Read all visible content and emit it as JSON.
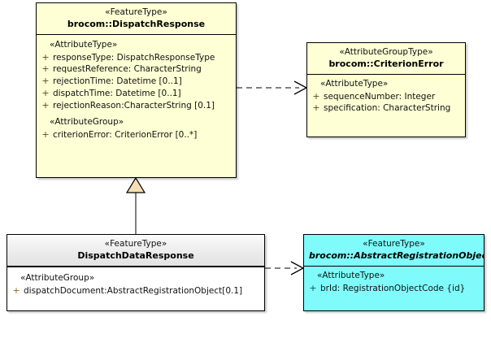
{
  "diagram": {
    "type": "uml-class-diagram",
    "background": "#ffffff",
    "colors": {
      "feature_type_fill": "#feffd4",
      "abstract_fill": "#7ffbfb",
      "plain_fill": "#ffffff",
      "generalization_triangle_fill": "#f7dfb5",
      "border": "#000000"
    }
  },
  "classes": {
    "dispatch_response": {
      "stereotype": "«FeatureType»",
      "name": "brocom::DispatchResponse",
      "abstract": false,
      "fill": "#feffd4",
      "compartments": [
        {
          "group": "«AttributeType»",
          "attributes": [
            {
              "visibility": "+",
              "text": "responseType: DispatchResponseType"
            },
            {
              "visibility": "+",
              "text": "requestReference: CharacterString"
            },
            {
              "visibility": "+",
              "text": "rejectionTime: Datetime [0..1]"
            },
            {
              "visibility": "+",
              "text": "dispatchTime: Datetime [0..1]"
            },
            {
              "visibility": "+",
              "text": "rejectionReason:CharacterString [0.1]"
            }
          ]
        },
        {
          "group": "«AttributeGroup»",
          "attributes": [
            {
              "visibility": "+",
              "text": "criterionError: CriterionError [0..*]"
            }
          ]
        }
      ]
    },
    "criterion_error": {
      "stereotype": "«AttributeGroupType»",
      "name": "brocom::CriterionError",
      "abstract": false,
      "fill": "#feffd4",
      "compartments": [
        {
          "group": "«AttributeType»",
          "attributes": [
            {
              "visibility": "+",
              "text": "sequenceNumber: Integer"
            },
            {
              "visibility": "+",
              "text": "specification: CharacterString"
            }
          ]
        }
      ]
    },
    "dispatch_data_response": {
      "stereotype": "«FeatureType»",
      "name": "DispatchDataResponse",
      "abstract": false,
      "fill": "#ffffff",
      "compartments": [
        {
          "group": "«AttributeGroup»",
          "attributes": [
            {
              "visibility": "+",
              "text": "dispatchDocument:AbstractRegistrationObject[0.1]"
            }
          ]
        }
      ]
    },
    "abstract_registration_object": {
      "stereotype": "«FeatureType»",
      "name": "brocom::AbstractRegistrationObject",
      "abstract": true,
      "fill": "#7ffbfb",
      "compartments": [
        {
          "group": "«AttributeType»",
          "attributes": [
            {
              "visibility": "+",
              "text": "brId: RegistrationObjectCode {id}"
            }
          ]
        }
      ]
    }
  },
  "relationships": [
    {
      "kind": "dependency",
      "style": "dashed-open-arrow",
      "from": "dispatch_response",
      "to": "criterion_error"
    },
    {
      "kind": "generalization",
      "style": "solid-hollow-triangle",
      "from": "dispatch_data_response",
      "to": "dispatch_response"
    },
    {
      "kind": "dependency",
      "style": "dashed-open-arrow",
      "from": "dispatch_data_response",
      "to": "abstract_registration_object"
    }
  ]
}
